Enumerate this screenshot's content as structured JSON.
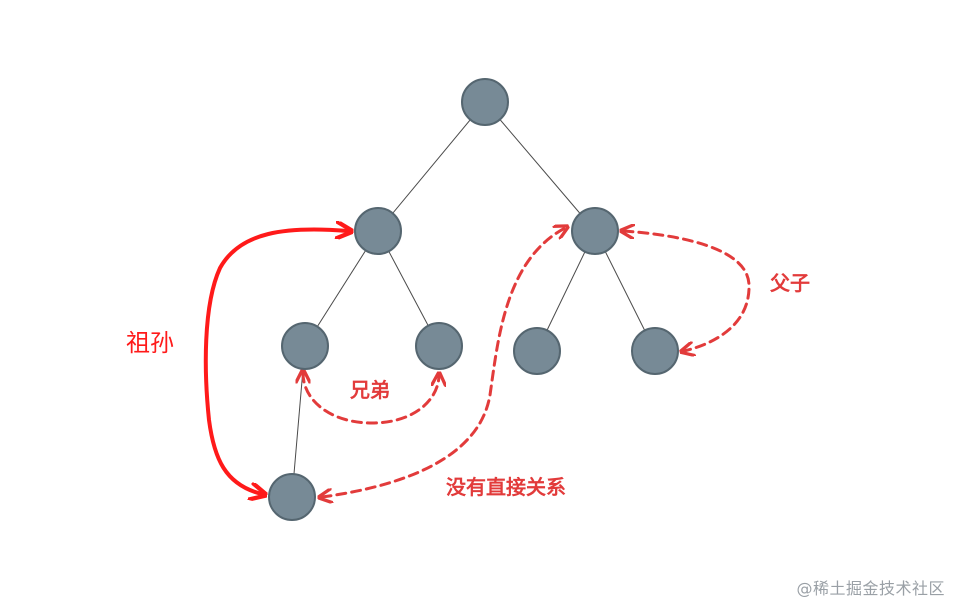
{
  "relations": {
    "sibling": "兄弟",
    "parent_child": "父子",
    "grandparent_grandchild": "祖孙",
    "no_relation": "没有直接关系"
  },
  "colors": {
    "node_fill": "#778a96",
    "node_stroke": "#556670",
    "edge": "#4a4a4a",
    "relation_dashed": "#e23b3b",
    "relation_solid": "#ff1a1a"
  },
  "watermark": "@稀土掘金技术社区"
}
